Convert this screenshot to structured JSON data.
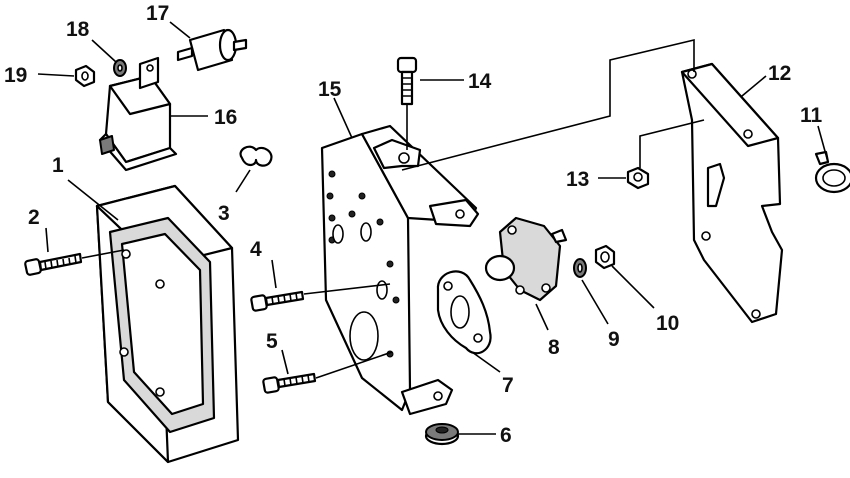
{
  "diagram": {
    "callouts": [
      {
        "id": "c1",
        "text": "1"
      },
      {
        "id": "c2",
        "text": "2"
      },
      {
        "id": "c3",
        "text": "3"
      },
      {
        "id": "c4",
        "text": "4"
      },
      {
        "id": "c5",
        "text": "5"
      },
      {
        "id": "c6",
        "text": "6"
      },
      {
        "id": "c7",
        "text": "7"
      },
      {
        "id": "c8",
        "text": "8"
      },
      {
        "id": "c9",
        "text": "9"
      },
      {
        "id": "c10",
        "text": "10"
      },
      {
        "id": "c11",
        "text": "11"
      },
      {
        "id": "c12",
        "text": "12"
      },
      {
        "id": "c13",
        "text": "13"
      },
      {
        "id": "c14",
        "text": "14"
      },
      {
        "id": "c15",
        "text": "15"
      },
      {
        "id": "c16",
        "text": "16"
      },
      {
        "id": "c17",
        "text": "17"
      },
      {
        "id": "c18",
        "text": "18"
      },
      {
        "id": "c19",
        "text": "19"
      }
    ]
  }
}
